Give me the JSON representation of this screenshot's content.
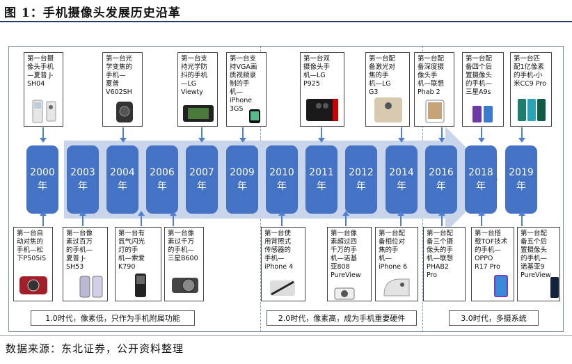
{
  "title": "图 1：手机摄像头发展历史沿革",
  "source": "数据来源：东北证券，公开资料整理",
  "years": [
    "2000\n年",
    "2003\n年",
    "2004\n年",
    "2006\n年",
    "2007\n年",
    "2009\n年",
    "2010\n年",
    "2011\n年",
    "2012\n年",
    "2014\n年",
    "2016\n年",
    "2018\n年",
    "2019\n年"
  ],
  "top_cards": [
    "第一台摄\n像头手机\n—夏普 J-\nSH04",
    "第一台光\n学变焦的\n手机—\n夏普\nV602SH",
    "第一台支\n持光学防\n抖的手机\n—LG\nViewty",
    "第一台支\n持VGA画\n质视频录\n制的手\n机—\niPhone\n3GS",
    "第一台双\n摄像头手\n机—LG\nP925",
    "第一台配\n备激光对\n焦的手\n机—LG\nG3",
    "第一台配\n备深度摄\n像头手\n机—联想\nPhab 2",
    "第一台配\n备四个后\n置摄像头\n的手机—\n三星A9s",
    "第一台匹\n配1亿像素\n的手机-小\n米CC9 Pro"
  ],
  "bottom_cards": [
    "第一台自\n动对焦的\n手机—松\n下P505iS",
    "第一台像\n素过百万\n的手机—\n夏普 J-\nSH53",
    "第一台有\n氙气闪光\n灯的手\n机—索爱\nK790",
    "第一台像\n素过千万\n的手机—\n三星B600",
    "第一台使\n用背照式\n传感器的\n手机—\niPhone 4",
    "第一台像\n素超过四\n千万的手\n机—诺基\n亚808\nPureView",
    "第一台配\n备相位对\n焦的手\n机—\niPhone 6",
    "第一台配\n备三个摄\n像头的手\n机—联想\nPHAB2\nPro",
    "第一台搭\n载TOF技术\n的手机—\nOPPO\nR17 Pro",
    "第一台配\n备五个后\n置摄像头\n的手机—\n诺基亚9\nPureView"
  ],
  "eras": [
    "1.0时代，像素低，只作为手机附属功能",
    "2.0时代，像素高，成为手机重要硬件",
    "3.0时代，多摄系统"
  ],
  "colors": {
    "year_box": "#4472c4",
    "arrow": "#c9d5ea",
    "connector": "#4f7fd1",
    "title_rule": "#1f3b66"
  }
}
